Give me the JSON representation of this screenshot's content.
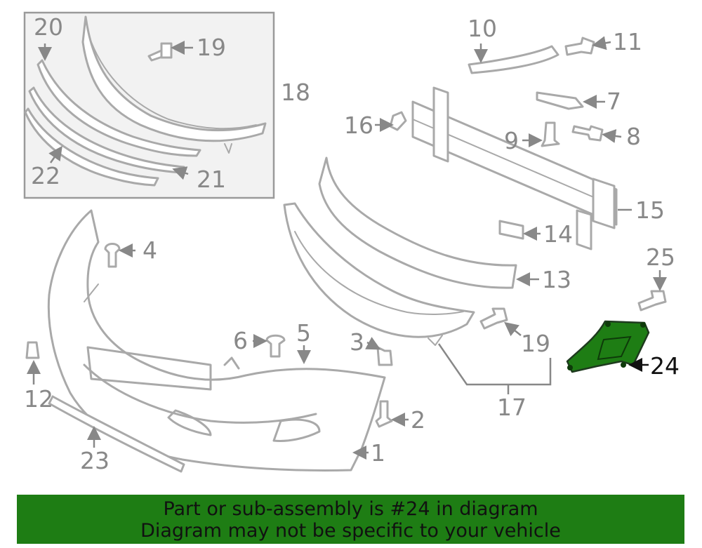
{
  "callouts": {
    "c1": "1",
    "c2": "2",
    "c3": "3",
    "c4": "4",
    "c5": "5",
    "c6": "6",
    "c7": "7",
    "c8": "8",
    "c9": "9",
    "c10": "10",
    "c11": "11",
    "c12": "12",
    "c13": "13",
    "c14": "14",
    "c15": "15",
    "c16": "16",
    "c17": "17",
    "c18": "18",
    "c19a": "19",
    "c19b": "19",
    "c20": "20",
    "c21": "21",
    "c22": "22",
    "c23": "23",
    "c24": "24",
    "c25": "25"
  },
  "highlight": {
    "part": "24",
    "color": "#1e7d14"
  },
  "banner": {
    "line1": "Part or sub-assembly is #24 in diagram",
    "line2": "Diagram may not be specific to your vehicle",
    "color": "#1e7d14"
  }
}
